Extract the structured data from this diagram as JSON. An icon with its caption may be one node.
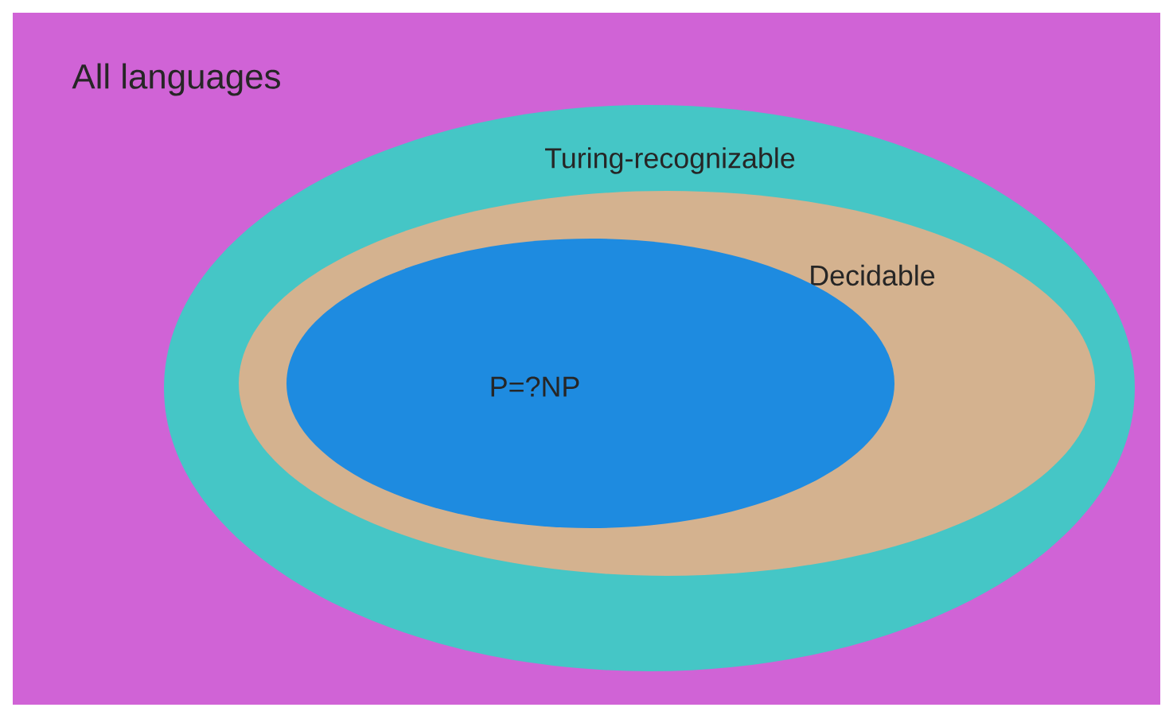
{
  "diagram": {
    "nodes": [
      {
        "text": [
          "All languages"
        ]
      },
      {
        "text": [
          "Turing-recognizable"
        ],
        "in": 0
      },
      {
        "text": [
          "Decidable"
        ],
        "in": 1
      },
      {
        "text": [
          "P=?NP"
        ],
        "in": 2
      }
    ]
  }
}
